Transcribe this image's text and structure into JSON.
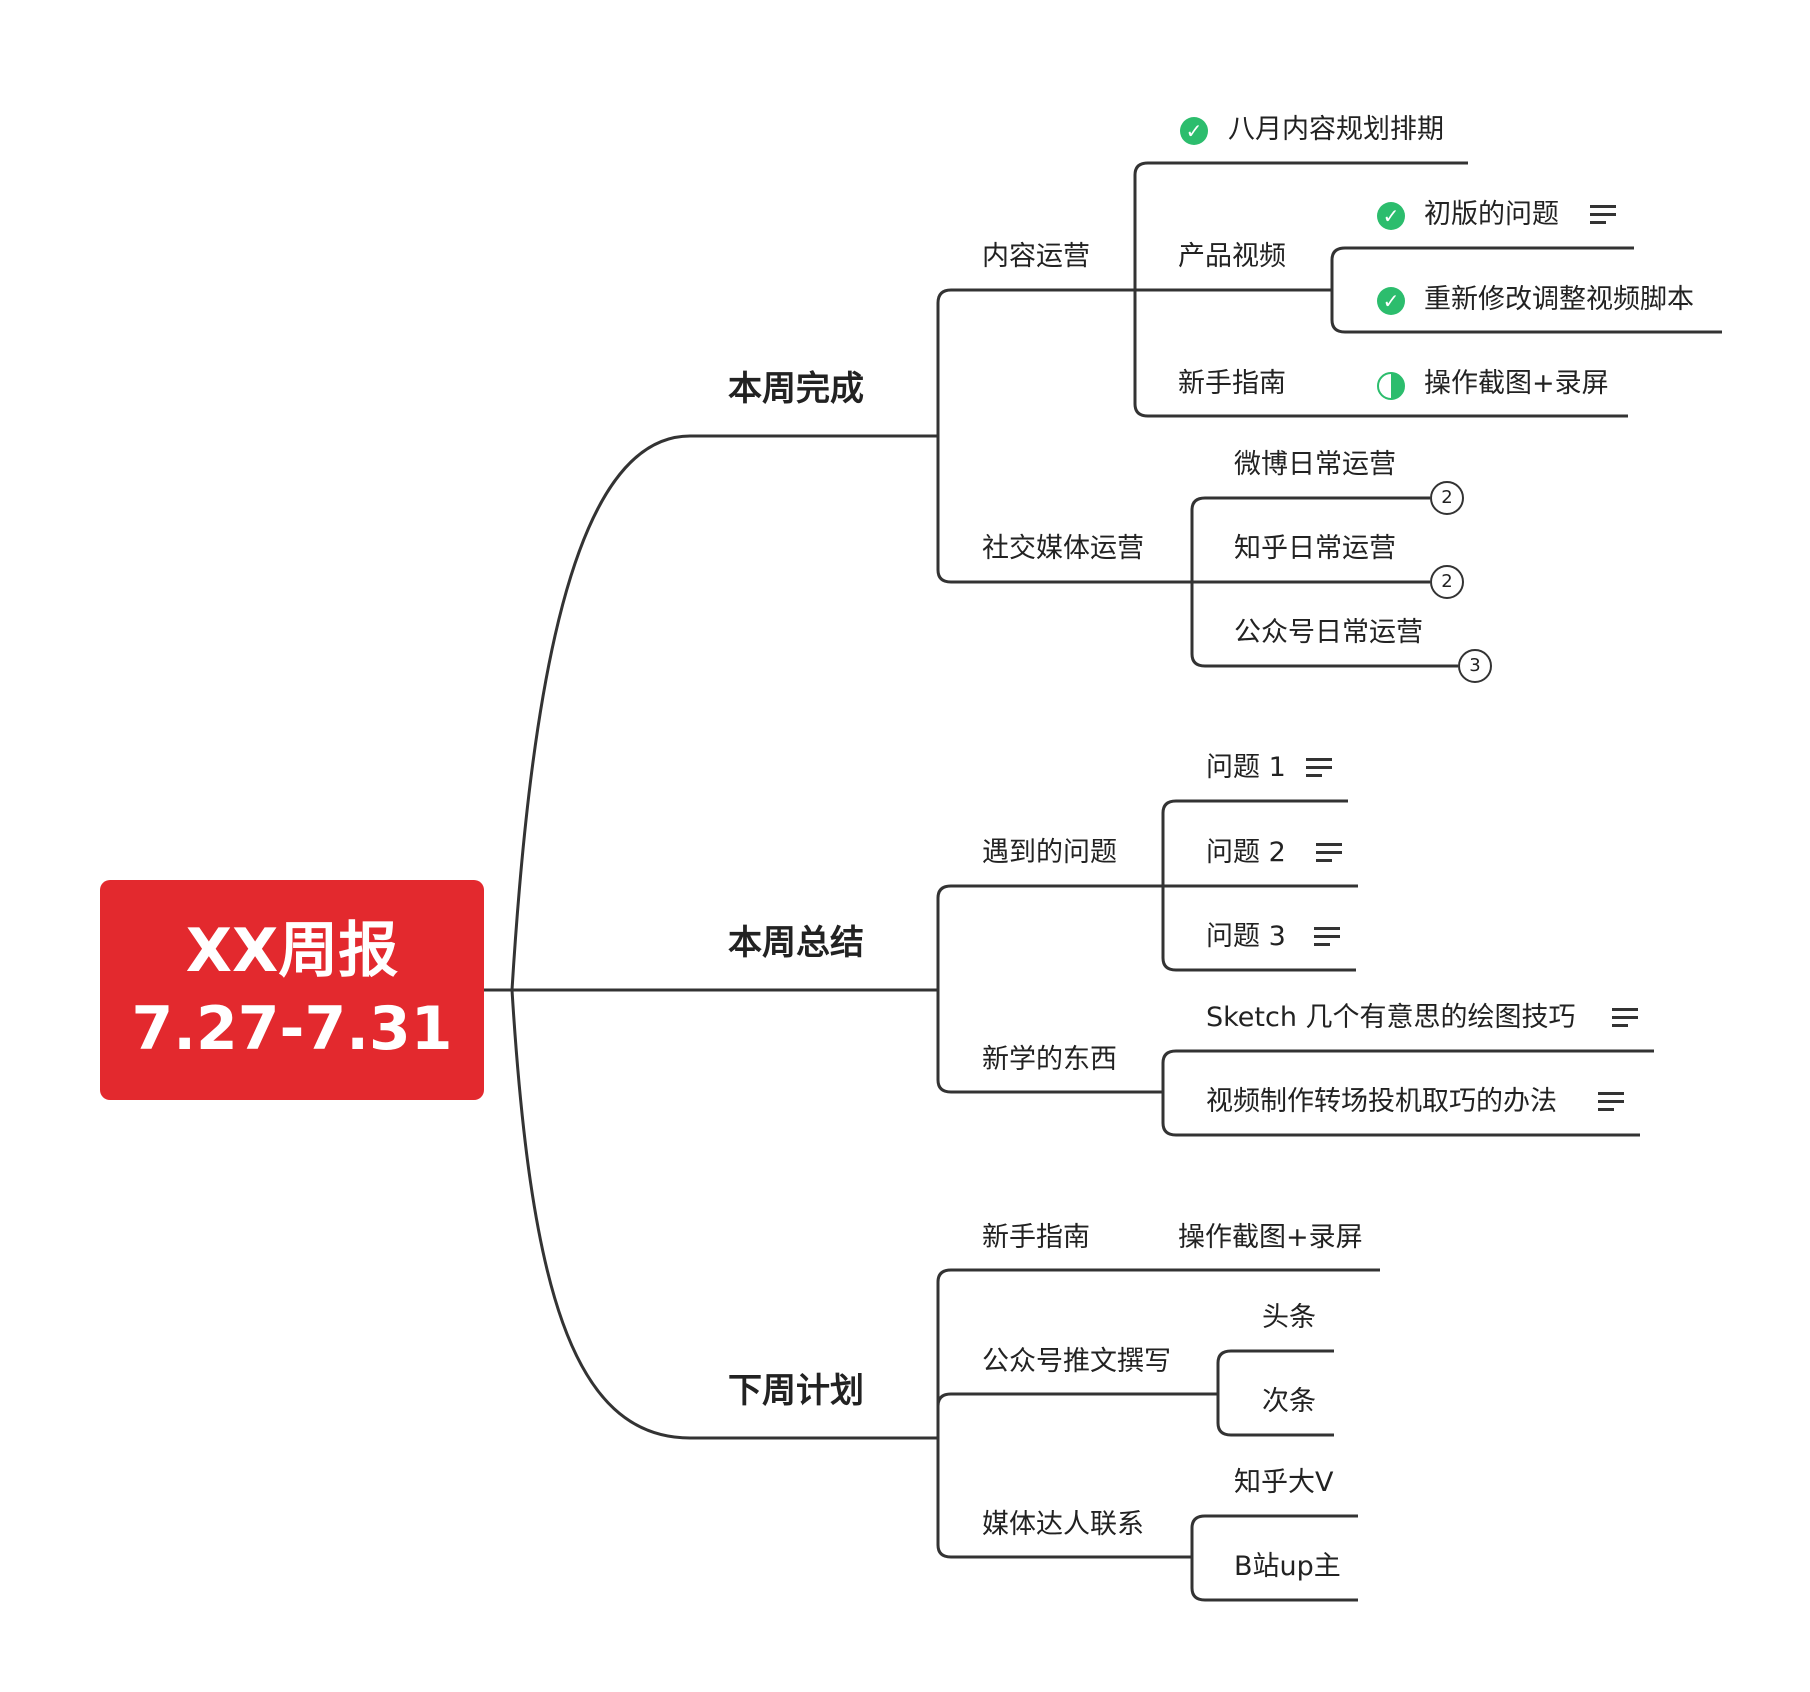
{
  "root": {
    "line1": "XX周报",
    "line2": "7.27-7.31"
  },
  "branches": {
    "done": {
      "label": "本周完成",
      "content_ops": {
        "label": "内容运营",
        "aug_plan": "八月内容规划排期",
        "product_video": {
          "label": "产品视频",
          "first_issue": "初版的问题",
          "rework_script": "重新修改调整视频脚本"
        },
        "newbie_guide": {
          "label": "新手指南",
          "screenshots": "操作截图+录屏"
        }
      },
      "social_ops": {
        "label": "社交媒体运营",
        "weibo": {
          "label": "微博日常运营",
          "count": "2"
        },
        "zhihu": {
          "label": "知乎日常运营",
          "count": "2"
        },
        "wechat": {
          "label": "公众号日常运营",
          "count": "3"
        }
      }
    },
    "summary": {
      "label": "本周总结",
      "problems": {
        "label": "遇到的问题",
        "items": [
          "问题 1",
          "问题 2",
          "问题 3"
        ]
      },
      "learned": {
        "label": "新学的东西",
        "items": [
          "Sketch 几个有意思的绘图技巧",
          "视频制作转场投机取巧的办法"
        ]
      }
    },
    "next": {
      "label": "下周计划",
      "newbie_guide": {
        "label": "新手指南",
        "screenshots": "操作截图+录屏"
      },
      "wechat_posts": {
        "label": "公众号推文撰写",
        "items": [
          "头条",
          "次条"
        ]
      },
      "kol": {
        "label": "媒体达人联系",
        "items": [
          "知乎大V",
          "B站up主"
        ]
      }
    }
  },
  "colors": {
    "root": "#e3292e",
    "done_check": "#2cbd6d",
    "line": "#333333"
  },
  "icons": {
    "done": "check-circle-icon",
    "partial": "half-circle-icon",
    "note": "note-lines-icon"
  }
}
